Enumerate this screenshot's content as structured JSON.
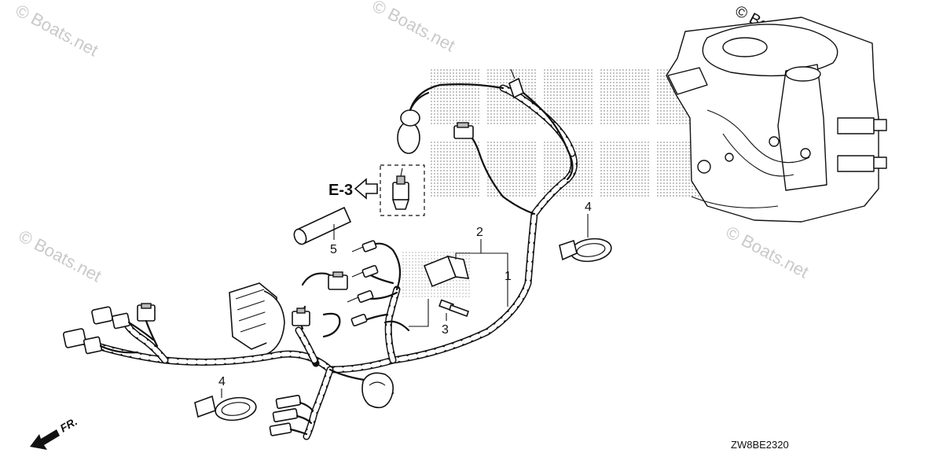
{
  "watermarks": [
    "© Boats.net",
    "© Boats.net",
    "© Boats.net",
    "© Boats.net",
    "© Boats.net"
  ],
  "callouts": {
    "harness": "1",
    "connector": "2",
    "bolt": "3",
    "band_right": "4",
    "band_left": "4",
    "tube": "5"
  },
  "reference": {
    "label": "E-3"
  },
  "direction": {
    "label": "FR."
  },
  "diagram_code": "ZW8BE2320"
}
